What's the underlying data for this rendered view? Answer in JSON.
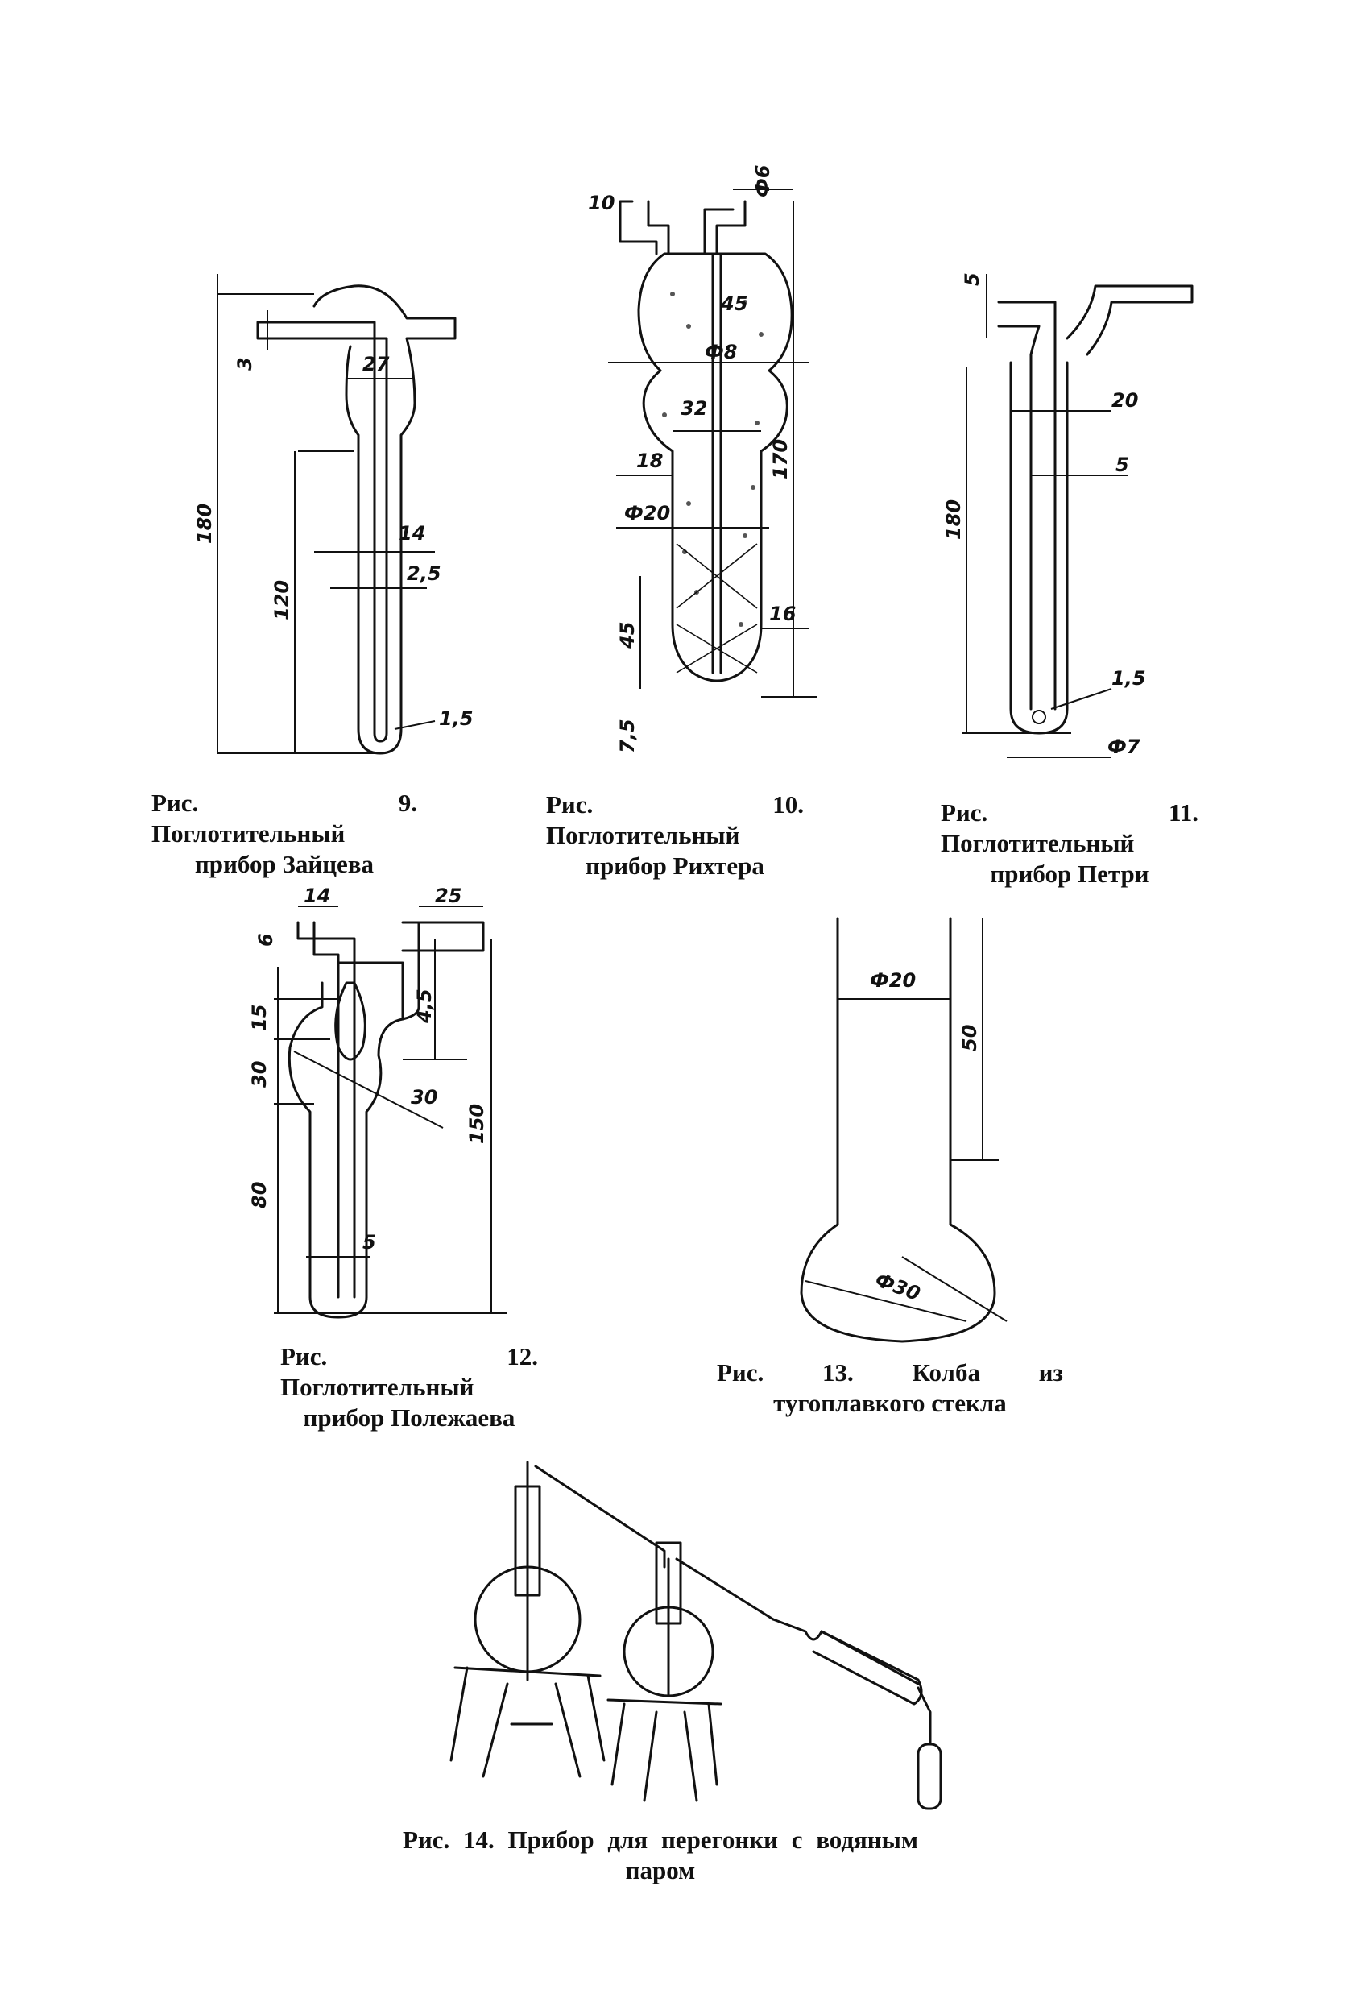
{
  "figures": [
    {
      "id": "fig9",
      "caption": "Рис. 9. Поглотительный прибор Зайцева",
      "dims": [
        "180",
        "3",
        "27",
        "120",
        "14",
        "2,5",
        "1,5"
      ]
    },
    {
      "id": "fig10",
      "caption": "Рис. 10. Поглотительный прибор Рихтера",
      "dims": [
        "10",
        "Ф6",
        "45",
        "Ф8",
        "32",
        "170",
        "18",
        "Ф20",
        "45",
        "16",
        "7,5"
      ]
    },
    {
      "id": "fig11",
      "caption": "Рис. 11. Поглотительный прибор Петри",
      "dims": [
        "5",
        "20",
        "5",
        "180",
        "1,5",
        "Ф7"
      ]
    },
    {
      "id": "fig12",
      "caption": "Рис. 12. Поглотительный прибор Полежаева",
      "dims": [
        "14",
        "25",
        "6",
        "15",
        "4,5",
        "30",
        "30",
        "150",
        "80",
        "5"
      ]
    },
    {
      "id": "fig13",
      "caption": "Рис. 13. Колба из тугоплавкого стекла",
      "dims": [
        "Ф20",
        "50",
        "Ф30"
      ]
    },
    {
      "id": "fig14",
      "caption": "Рис. 14. Прибор для перегонки с водяным паром",
      "dims": []
    }
  ]
}
